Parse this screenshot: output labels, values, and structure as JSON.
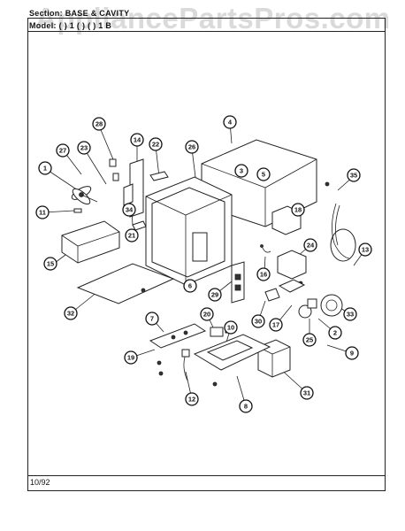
{
  "header": {
    "section_line": "Section: BASE & CAVITY",
    "model_line": "Model: ( ) 1 ( ) ( ) 1 B"
  },
  "watermark": "AppliancePartsPros.com",
  "footer": {
    "date": "10/92"
  },
  "callouts": [
    "1",
    "2",
    "3",
    "4",
    "5",
    "6",
    "7",
    "8",
    "9",
    "10",
    "11",
    "12",
    "13",
    "14",
    "15",
    "16",
    "17",
    "18",
    "19",
    "20",
    "21",
    "22",
    "23",
    "24",
    "25",
    "26",
    "27",
    "28",
    "29",
    "30",
    "31",
    "32",
    "33",
    "34",
    "35"
  ]
}
